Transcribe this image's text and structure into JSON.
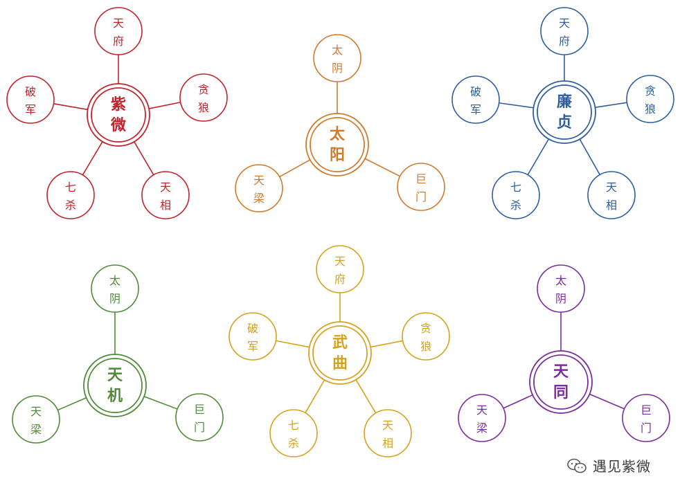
{
  "diagrams": [
    {
      "id": "ziwei",
      "color": "#c0232b",
      "center": [
        "紫",
        "微"
      ],
      "satellites": [
        [
          "天",
          "府"
        ],
        [
          "贪",
          "狼"
        ],
        [
          "天",
          "相"
        ],
        [
          "七",
          "杀"
        ],
        [
          "破",
          "军"
        ]
      ]
    },
    {
      "id": "taiyang",
      "color": "#d07a2c",
      "center": [
        "太",
        "阳"
      ],
      "satellites": [
        [
          "太",
          "阴"
        ],
        [
          "巨",
          "门"
        ],
        [
          "天",
          "梁"
        ]
      ]
    },
    {
      "id": "lianzhen",
      "color": "#2f5d9e",
      "center": [
        "廉",
        "贞"
      ],
      "satellites": [
        [
          "天",
          "府"
        ],
        [
          "贪",
          "狼"
        ],
        [
          "天",
          "相"
        ],
        [
          "七",
          "杀"
        ],
        [
          "破",
          "军"
        ]
      ]
    },
    {
      "id": "tianji",
      "color": "#4e8a37",
      "center": [
        "天",
        "机"
      ],
      "satellites": [
        [
          "太",
          "阴"
        ],
        [
          "巨",
          "门"
        ],
        [
          "天",
          "梁"
        ]
      ]
    },
    {
      "id": "wuqu",
      "color": "#d6a21e",
      "center": [
        "武",
        "曲"
      ],
      "satellites": [
        [
          "天",
          "府"
        ],
        [
          "贪",
          "狼"
        ],
        [
          "天",
          "相"
        ],
        [
          "七",
          "杀"
        ],
        [
          "破",
          "军"
        ]
      ]
    },
    {
      "id": "tiantong",
      "color": "#7a2b9c",
      "center": [
        "天",
        "同"
      ],
      "satellites": [
        [
          "太",
          "阴"
        ],
        [
          "巨",
          "门"
        ],
        [
          "天",
          "梁"
        ]
      ]
    }
  ],
  "watermark": {
    "text": "遇见紫微",
    "icon": "wechat-icon"
  }
}
